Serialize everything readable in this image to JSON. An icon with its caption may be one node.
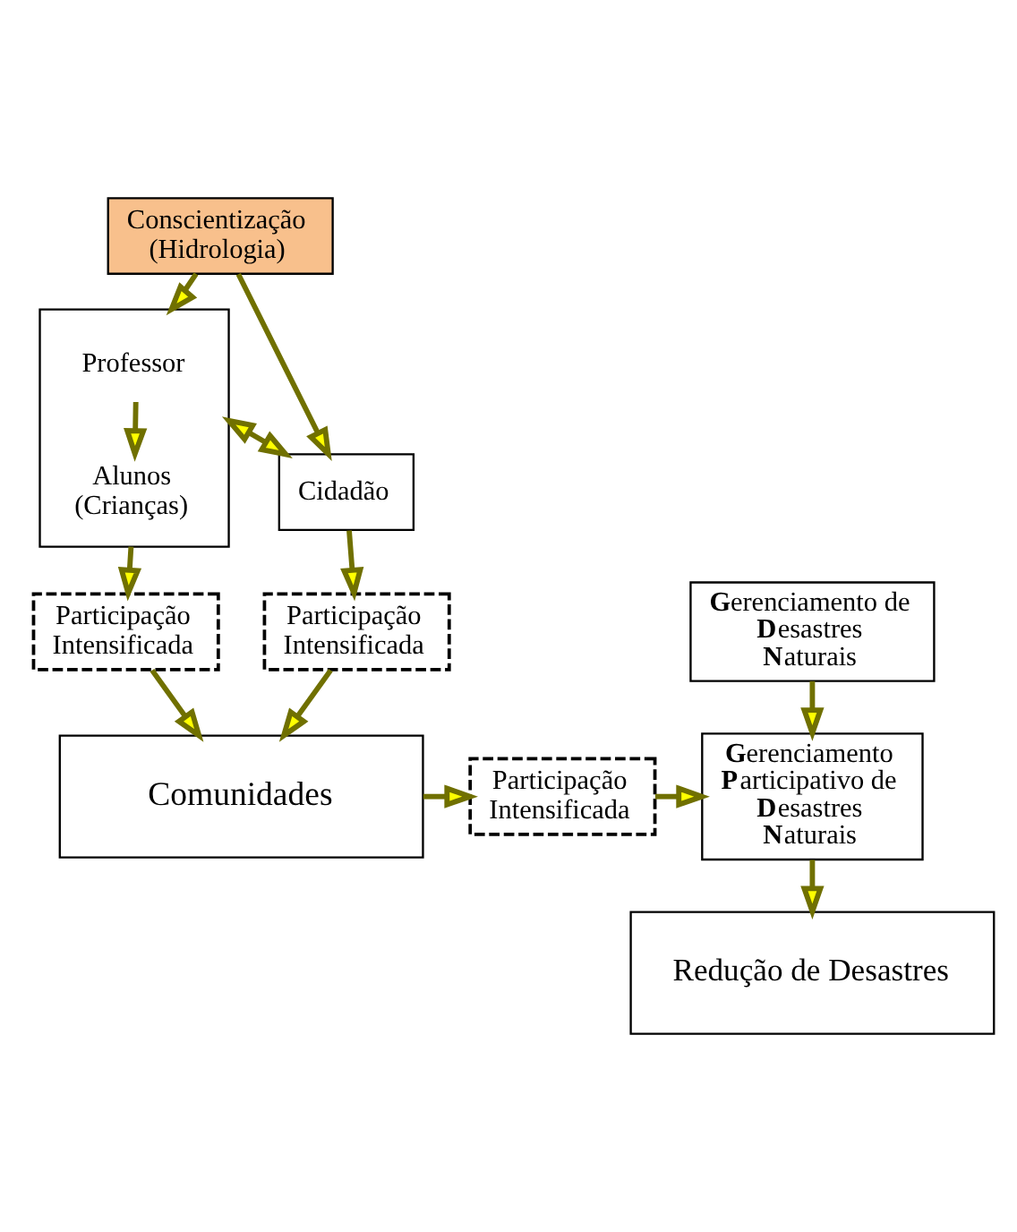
{
  "diagram": {
    "nodes": [
      {
        "text": [
          "Conscientização (Hidrologia)"
        ]
      },
      {
        "text": [
          "Cidadão"
        ]
      },
      {
        "text": [],
        "shape": "box"
      },
      {
        "text": [
          "Professor"
        ],
        "in": 2
      },
      {
        "text": [
          "Alunos (Crianças)"
        ],
        "in": 2
      },
      {
        "text": [
          "Participação Intensificada"
        ]
      },
      {
        "text": [
          "Participação Intensificada"
        ]
      },
      {
        "text": [
          "Comunidades"
        ]
      },
      {
        "text": [
          "Participação Intensificada"
        ]
      },
      {
        "text": [
          "**G**erenciamento de **D**esastres **N**aturais"
        ]
      },
      {
        "text": [
          "**G**erenciamento **P**articipativo de **D**esastres **N**aturais"
        ]
      },
      {
        "text": [
          "Redução de Desastres"
        ]
      }
    ],
    "edges": [
      {
        "from": 0,
        "to": 1,
        "arrow": "to"
      },
      {
        "from": 0,
        "to": 2,
        "arrow": "to"
      },
      {
        "from": 1,
        "to": 2,
        "arrow": "both"
      },
      {
        "from": 3,
        "to": 4,
        "arrow": "to"
      },
      {
        "from": 1,
        "to": 5,
        "arrow": "to"
      },
      {
        "from": 2,
        "to": 6,
        "arrow": "to"
      },
      {
        "from": 5,
        "to": 7,
        "arrow": "to"
      },
      {
        "from": 6,
        "to": 7,
        "arrow": "to"
      },
      {
        "from": 7,
        "to": 8,
        "arrow": "to"
      },
      {
        "from": 8,
        "to": 10,
        "arrow": "to"
      },
      {
        "from": 9,
        "to": 10,
        "arrow": "to"
      },
      {
        "from": 10,
        "to": 11,
        "arrow": "to"
      }
    ]
  }
}
